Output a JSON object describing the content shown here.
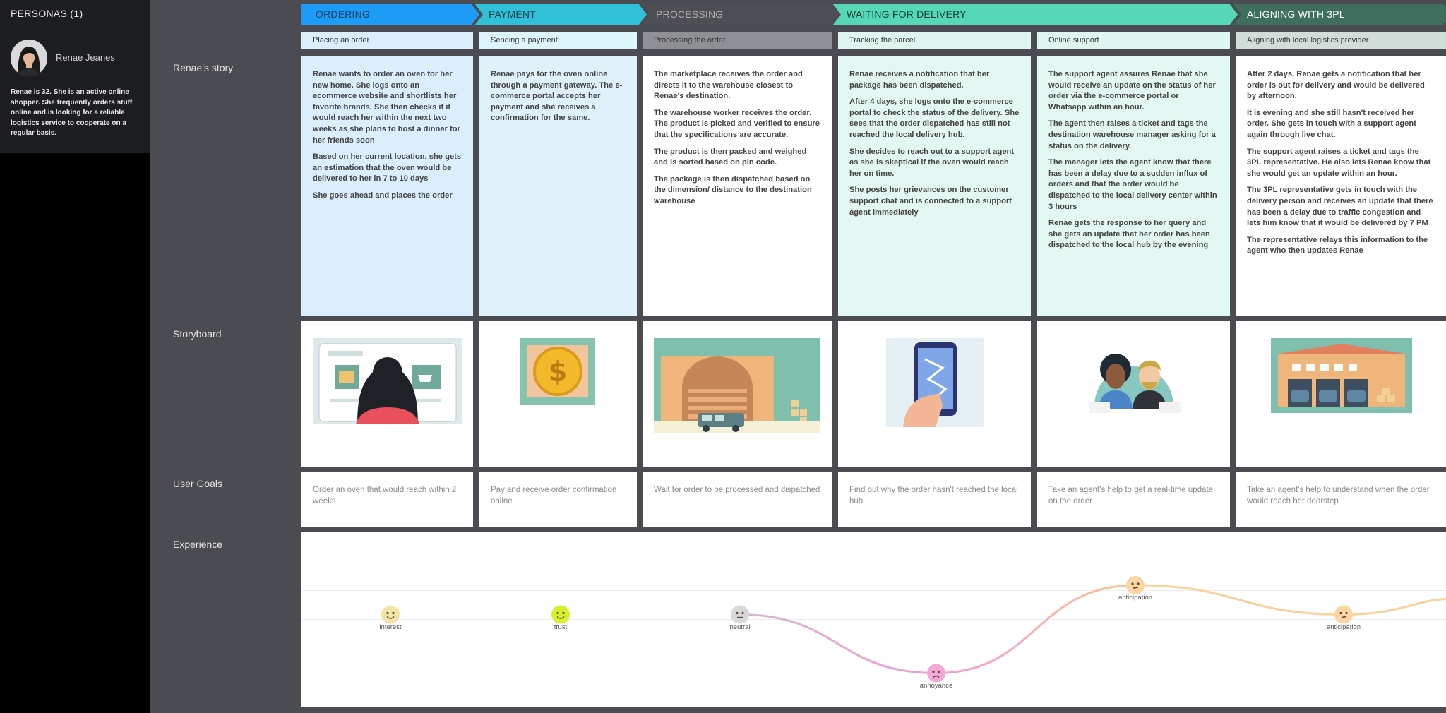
{
  "personas": {
    "header": "PERSONAS (1)",
    "name": "Renae Jeanes",
    "description": "Renae is 32. She is an active online shopper. She frequently orders stuff online and is looking for a reliable logistics service to cooperate on a regular basis."
  },
  "rows": {
    "story": "Renae's story",
    "storyboard": "Storyboard",
    "goals": "User Goals",
    "experience": "Experience"
  },
  "stages": [
    {
      "title": "ORDERING",
      "color": "#1c9cf6",
      "text_color": "#073e68"
    },
    {
      "title": "PAYMENT",
      "color": "#30c1d9",
      "text_color": "#08414b"
    },
    {
      "title": "PROCESSING",
      "color": "#4e4f55",
      "text_color": "#b0b0b0"
    },
    {
      "title": "WAITING FOR DELIVERY",
      "color": "#56d7b5",
      "text_color": "#0d4335"
    },
    {
      "title": "ALIGNING WITH 3PL",
      "color": "#3d6e5e",
      "text_color": "#ffffff"
    }
  ],
  "steps": [
    {
      "subtitle": "Placing an order",
      "story": [
        "Renae wants to order an oven for her new home. She logs onto an ecommerce website and shortlists her favorite brands. She then checks if it would reach her within the next two weeks as she plans to host a dinner for her friends soon",
        "Based on her current location, she gets an estimation that the oven would be delivered to her in 7 to 10 days",
        "She goes ahead and places the order"
      ],
      "goal": "Order an oven that would reach within 2 weeks"
    },
    {
      "subtitle": "Sending a payment",
      "story": [
        "Renae pays for the oven online through a payment gateway. The e-commerce portal accepts her payment and she receives a confirmation for the same."
      ],
      "goal": "Pay and receive order confirmation online"
    },
    {
      "subtitle": "Processing the order",
      "story": [
        "The marketplace receives the order and directs it to the warehouse closest to Renae's destination.",
        "The warehouse worker receives the order. The product is picked and verified to ensure that the specifications are accurate.",
        "The product is then packed and weighed and is sorted based on pin code.",
        "The package is then dispatched based on the dimension/ distance to the destination warehouse"
      ],
      "goal": "Wait for order to be processed and dispatched"
    },
    {
      "subtitle": "Tracking the parcel",
      "story": [
        "Renae receives a notification that her package has been dispatched.",
        "After 4 days, she logs onto the e-commerce portal to check the status of the delivery. She sees that the order dispatched has still not reached the local delivery hub.",
        "She decides to reach out to a support agent as she is skeptical if the oven would reach her on time.",
        "She posts her grievances on the customer support chat and is connected to a support agent immediately"
      ],
      "goal": "Find out why the order hasn't reached the local hub"
    },
    {
      "subtitle": "Online support",
      "story": [
        "The support agent assures Renae that she would receive an update on the status of her order via the e-commerce portal or Whatsapp within an hour.",
        "The agent then raises a ticket and tags the destination warehouse manager asking for a status on the delivery.",
        "The manager lets the agent know that there has been a delay due to a sudden influx of orders and that the order would be dispatched  to the local delivery center within 3 hours",
        "Renae gets the response to her query and she gets an update that her order has been dispatched to the local hub by the evening"
      ],
      "goal": "Take an agent's help to get a real-time update on the order"
    },
    {
      "subtitle": "Aligning with local logistics provider",
      "story": [
        "After 2 days, Renae gets a notification that her order is out for delivery and would be delivered by afternoon.",
        "It is evening and she still hasn't received her order. She gets in touch with a support agent again through live chat.",
        "The support agent raises a ticket and tags the 3PL representative. He also lets Renae know that she would get an update within an hour.",
        "The 3PL representative gets in touch with the delivery person and receives an update that there has been a delay due to traffic congestion and lets him know that it would be delivered by 7 PM",
        "The representative relays this information to the agent who then updates Renae"
      ],
      "goal": "Take an agent's help to understand when the order would reach her doorstep"
    }
  ],
  "experience": [
    {
      "emotion": "interest",
      "level": 3,
      "color": "#f4e3a6"
    },
    {
      "emotion": "trust",
      "level": 3,
      "color": "#d6f02c"
    },
    {
      "emotion": "neutral",
      "level": 3,
      "color": "#d8d8d8"
    },
    {
      "emotion": "annoyance",
      "level": 1,
      "color": "#f5a7d8"
    },
    {
      "emotion": "anticipation",
      "level": 4,
      "color": "#fbd6a2"
    },
    {
      "emotion": "anticipation",
      "level": 3,
      "color": "#fbd6a2"
    }
  ]
}
